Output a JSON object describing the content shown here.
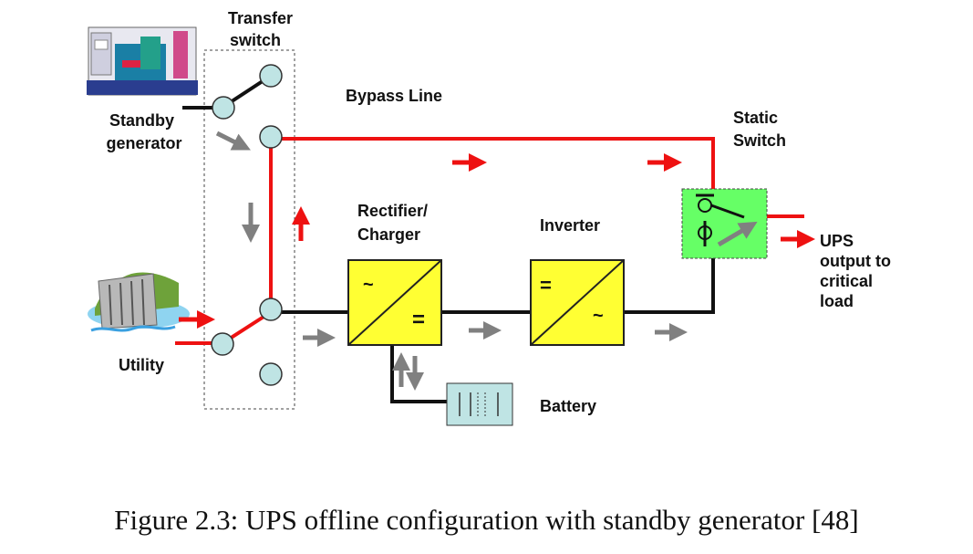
{
  "labels": {
    "transfer_switch": [
      "Transfer",
      "switch"
    ],
    "standby_generator": [
      "Standby",
      "generator"
    ],
    "bypass_line": "Bypass Line",
    "static_switch": [
      "Static",
      "Switch"
    ],
    "rectifier_charger": [
      "Rectifier/",
      "Charger"
    ],
    "inverter": "Inverter",
    "ups_output": [
      "UPS",
      "output to",
      "critical",
      "load"
    ],
    "utility": "Utility",
    "battery": "Battery"
  },
  "symbols": {
    "rectifier_in": "~",
    "rectifier_out": "=",
    "inverter_in": "=",
    "inverter_out": "~"
  },
  "caption": "Figure 2.3: UPS offline configuration with standby generator [48]",
  "colors": {
    "active_line": "#ee1111",
    "wire": "#111111",
    "flow_arrow": "#808080",
    "converter_fill": "#ffff33",
    "static_switch_fill": "#66ff66",
    "battery_fill": "#bfe4e4",
    "switch_contact_fill": "#bfe4e4"
  }
}
